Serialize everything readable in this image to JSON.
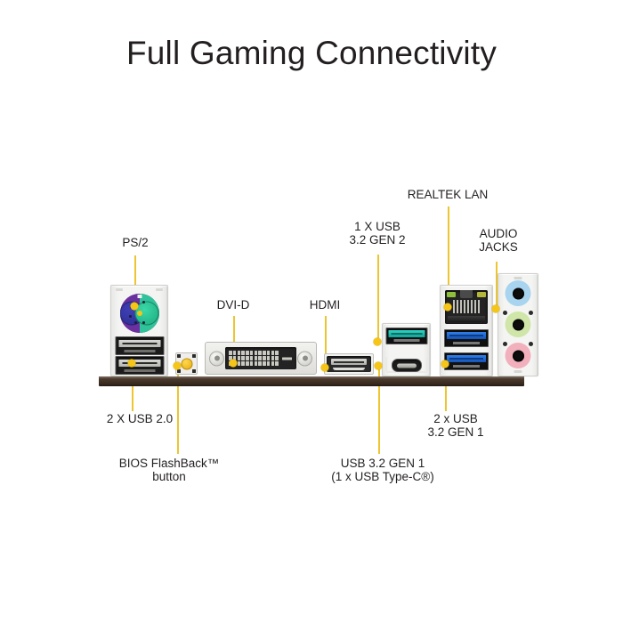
{
  "page": {
    "title": "Full Gaming Connectivity",
    "background": "#ffffff",
    "leader_color": "#edc531",
    "dot_color": "#f5c517",
    "text_color": "#231f20"
  },
  "callouts": [
    {
      "id": "ps2",
      "label": "PS/2",
      "align": "center"
    },
    {
      "id": "dvid",
      "label": "DVI-D",
      "align": "center"
    },
    {
      "id": "hdmi",
      "label": "HDMI",
      "align": "center"
    },
    {
      "id": "usb32gen2",
      "label": "1 X USB\n3.2 GEN 2",
      "align": "center"
    },
    {
      "id": "realtek",
      "label": "REALTEK LAN",
      "align": "center"
    },
    {
      "id": "audio",
      "label": "AUDIO\nJACKS",
      "align": "center"
    },
    {
      "id": "usb20",
      "label": "2 X USB 2.0",
      "align": "center"
    },
    {
      "id": "flashback",
      "label": "BIOS FlashBack™\nbutton",
      "align": "center"
    },
    {
      "id": "typec",
      "label": "USB 3.2 GEN 1\n(1 x USB Type-C®)",
      "align": "center"
    },
    {
      "id": "usb32gen1",
      "label": "2 x USB\n3.2 GEN 1",
      "align": "center"
    }
  ],
  "io_panel": {
    "ports": [
      {
        "id": "ps2-port",
        "name": "PS/2 combo keyboard/mouse port",
        "colors": [
          "#6b2fa0",
          "#2fc39a"
        ]
      },
      {
        "id": "usb2-upper",
        "name": "USB 2.0 Type-A",
        "colors": [
          "#1c1c1c"
        ]
      },
      {
        "id": "usb2-lower",
        "name": "USB 2.0 Type-A",
        "colors": [
          "#1c1c1c"
        ]
      },
      {
        "id": "bios-flashback",
        "name": "BIOS FlashBack button",
        "colors": [
          "#e6a608"
        ]
      },
      {
        "id": "dvid-port",
        "name": "DVI-D video output",
        "colors": [
          "#232323"
        ]
      },
      {
        "id": "hdmi-port",
        "name": "HDMI video output",
        "colors": [
          "#2a2a2a"
        ]
      },
      {
        "id": "usb32gen2-port",
        "name": "USB 3.2 Gen 2 Type-A",
        "colors": [
          "#13a396"
        ]
      },
      {
        "id": "usb-typec-port",
        "name": "USB 3.2 Gen 1 Type-C",
        "colors": [
          "#1d1d1d"
        ]
      },
      {
        "id": "lan-port",
        "name": "Realtek RJ45 LAN",
        "colors": [
          "#8fbe3d",
          "#b6b63a"
        ]
      },
      {
        "id": "usb3gen1-upper",
        "name": "USB 3.2 Gen 1 Type-A",
        "colors": [
          "#1553b8"
        ]
      },
      {
        "id": "usb3gen1-lower",
        "name": "USB 3.2 Gen 1 Type-A",
        "colors": [
          "#1553b8"
        ]
      },
      {
        "id": "audio-line-in",
        "name": "Line In audio jack",
        "colors": [
          "#a8d4ef"
        ]
      },
      {
        "id": "audio-line-out",
        "name": "Line Out audio jack",
        "colors": [
          "#cfe6a8"
        ]
      },
      {
        "id": "audio-mic-in",
        "name": "Microphone audio jack",
        "colors": [
          "#f2b0bd"
        ]
      }
    ]
  }
}
